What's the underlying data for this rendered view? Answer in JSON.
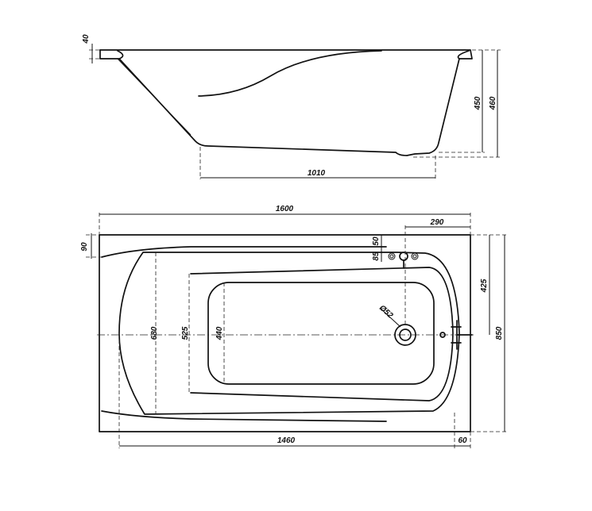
{
  "side_view": {
    "dim_rim": "40",
    "dim_inner_depth": "450",
    "dim_total_depth": "460",
    "dim_bottom_length": "1010"
  },
  "top_view": {
    "dim_total_length": "1600",
    "dim_drain_offset": "290",
    "dim_rim_left": "90",
    "dim_tap_a": "50",
    "dim_tap_b": "85",
    "dim_half_width": "425",
    "dim_total_width": "850",
    "dim_inner_width": "680",
    "dim_floor_width": "525",
    "dim_bottom_width": "440",
    "dim_drain_diameter": "Ø52",
    "dim_inner_length": "1460",
    "dim_rim_right": "60"
  }
}
